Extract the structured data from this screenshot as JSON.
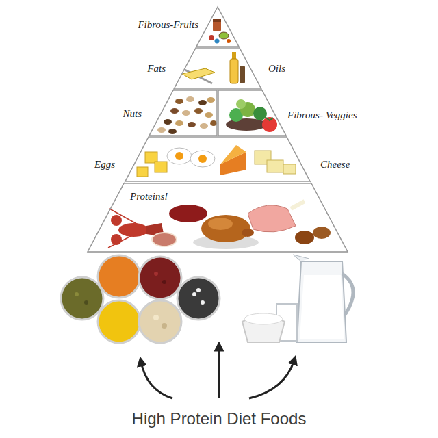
{
  "diagram": {
    "caption": "High Protein Diet Foods",
    "nodes": [
      {
        "text": [
          "Fibrous-Fruits"
        ]
      },
      {
        "text": [
          "Fats",
          "Oils"
        ]
      },
      {
        "text": [
          "Nuts"
        ]
      },
      {
        "text": [
          "Fibrous- Veggies"
        ]
      },
      {
        "text": [
          "Eggs",
          "Cheese"
        ]
      },
      {
        "text": [
          "Proteins!"
        ]
      }
    ]
  }
}
